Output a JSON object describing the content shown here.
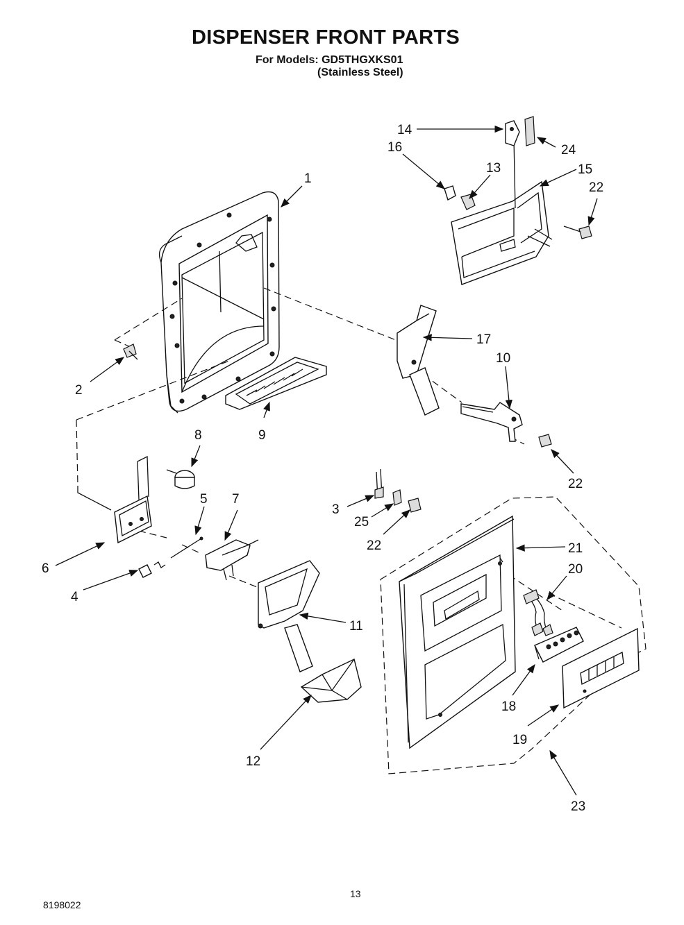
{
  "header": {
    "title": "DISPENSER FRONT PARTS",
    "models_line": "For Models: GD5THGXKS01",
    "finish_line": "(Stainless Steel)"
  },
  "footer": {
    "document_number": "8198022",
    "page_number": "13"
  },
  "callouts": {
    "c1": "1",
    "c2": "2",
    "c3": "3",
    "c4": "4",
    "c5": "5",
    "c6": "6",
    "c7": "7",
    "c8": "8",
    "c9": "9",
    "c10": "10",
    "c11": "11",
    "c12": "12",
    "c13": "13",
    "c14": "14",
    "c15": "15",
    "c16": "16",
    "c17": "17",
    "c18": "18",
    "c19": "19",
    "c20": "20",
    "c21": "21",
    "c22a": "22",
    "c22b": "22",
    "c22c": "22",
    "c23": "23",
    "c24": "24",
    "c25": "25"
  }
}
